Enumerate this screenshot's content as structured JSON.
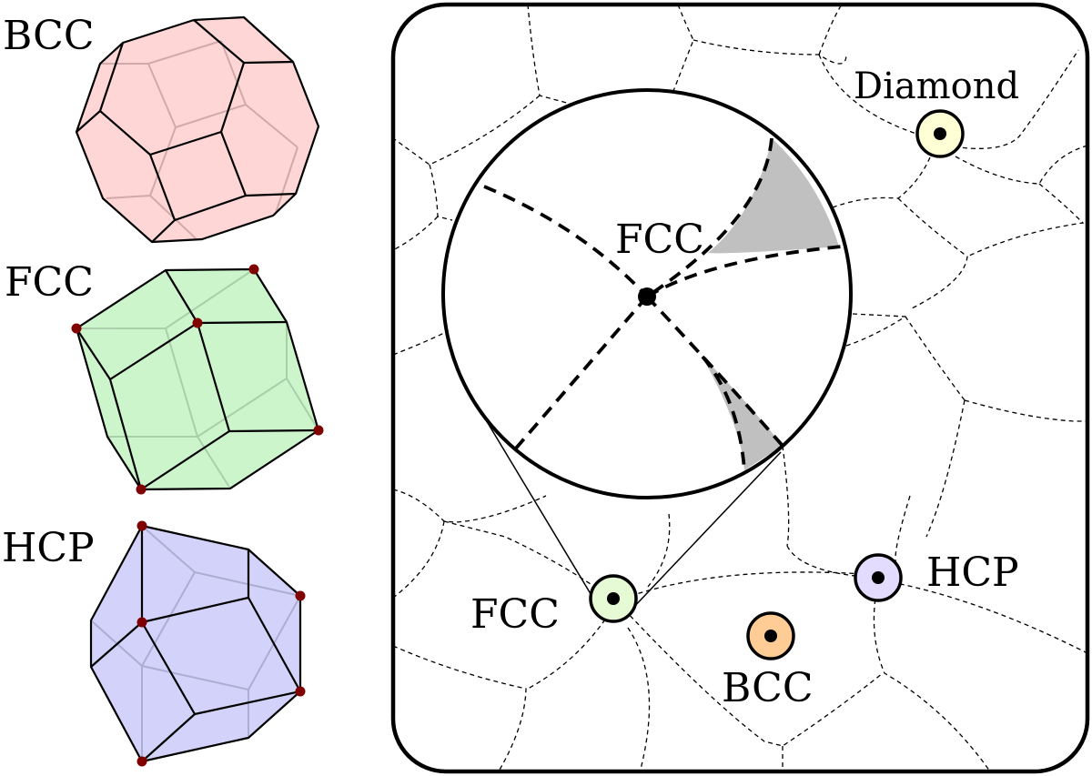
{
  "polyhedra": {
    "bcc": {
      "label": "BCC",
      "fill": "#ffd6d6",
      "shape": "truncated-octahedron"
    },
    "fcc": {
      "label": "FCC",
      "fill": "#ccf5cc",
      "shape": "rhombic-dodecahedron",
      "vertex_color": "#800000"
    },
    "hcp": {
      "label": "HCP",
      "fill": "#d2d2fa",
      "shape": "trapezo-rhombic-dodecahedron",
      "vertex_color": "#800000"
    }
  },
  "voronoi_panel": {
    "zoom_circle_label": "FCC",
    "zoom_fill": "#c0c0c0",
    "sites": [
      {
        "label": "Diamond",
        "fill": "#ffffd6"
      },
      {
        "label": "FCC",
        "fill": "#e6fad6"
      },
      {
        "label": "BCC",
        "fill": "#ffcc96"
      },
      {
        "label": "HCP",
        "fill": "#e4dcff"
      }
    ]
  }
}
